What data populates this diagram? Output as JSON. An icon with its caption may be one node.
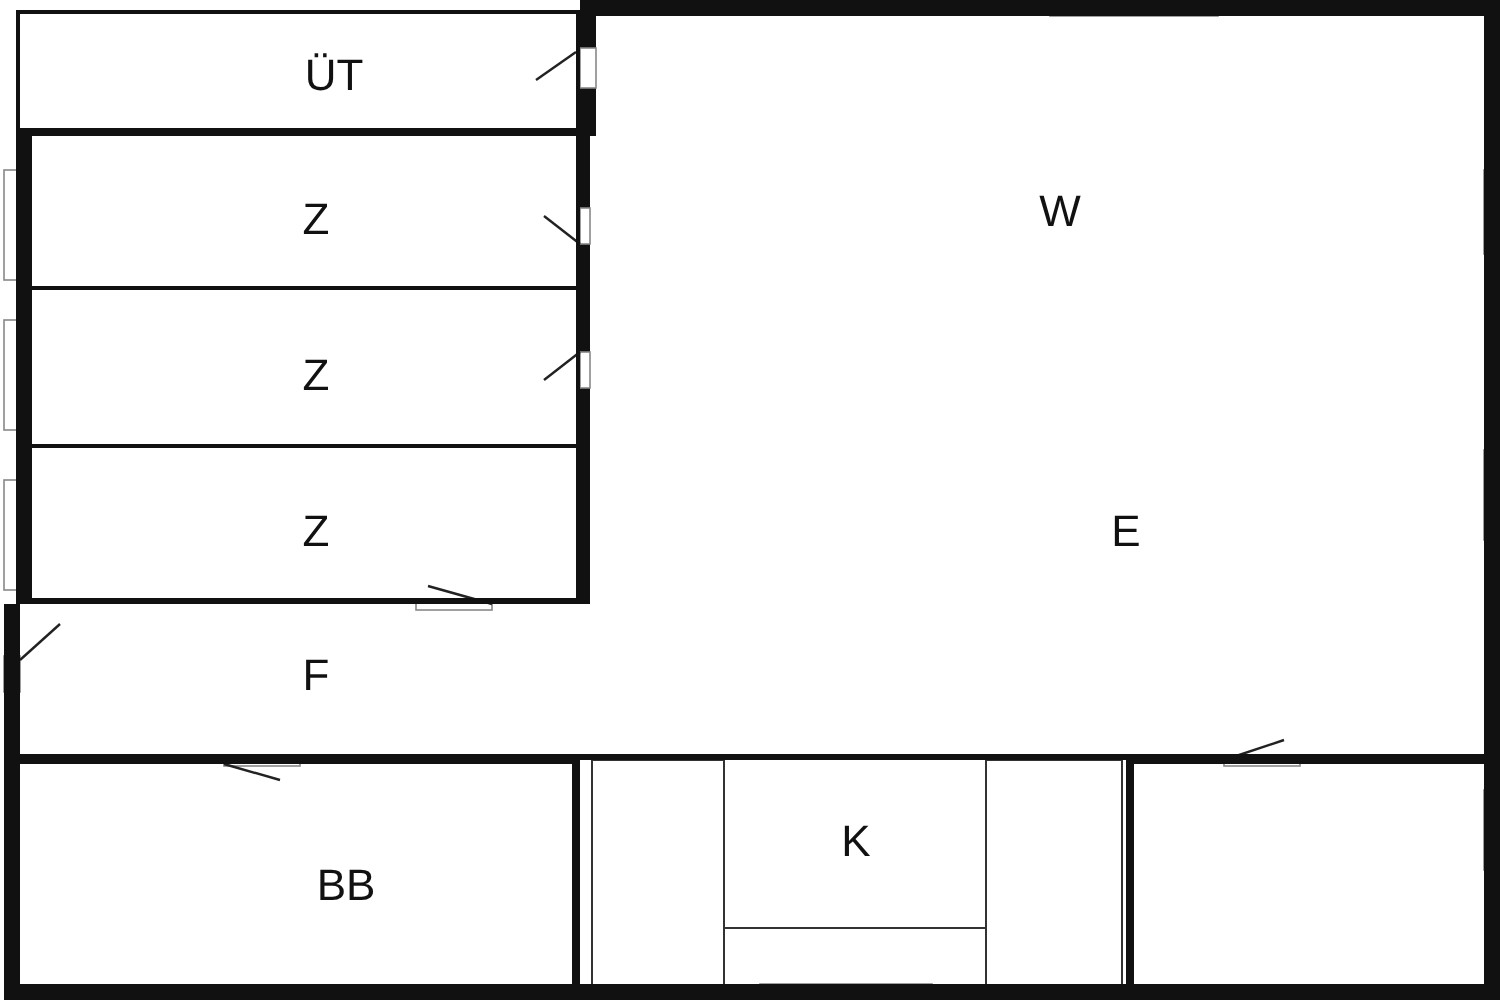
{
  "diagram": {
    "nodes": [
      {
        "text": [
          "ÜT"
        ]
      },
      {
        "text": [
          "Z"
        ]
      },
      {
        "text": [
          "Z"
        ]
      },
      {
        "text": [
          "Z"
        ]
      },
      {
        "text": [
          "F"
        ]
      },
      {
        "text": [
          "W",
          "E"
        ]
      },
      {
        "text": [
          "BB"
        ]
      },
      {
        "text": [
          "K"
        ]
      },
      {
        "text": [],
        "shape": "box"
      }
    ]
  }
}
